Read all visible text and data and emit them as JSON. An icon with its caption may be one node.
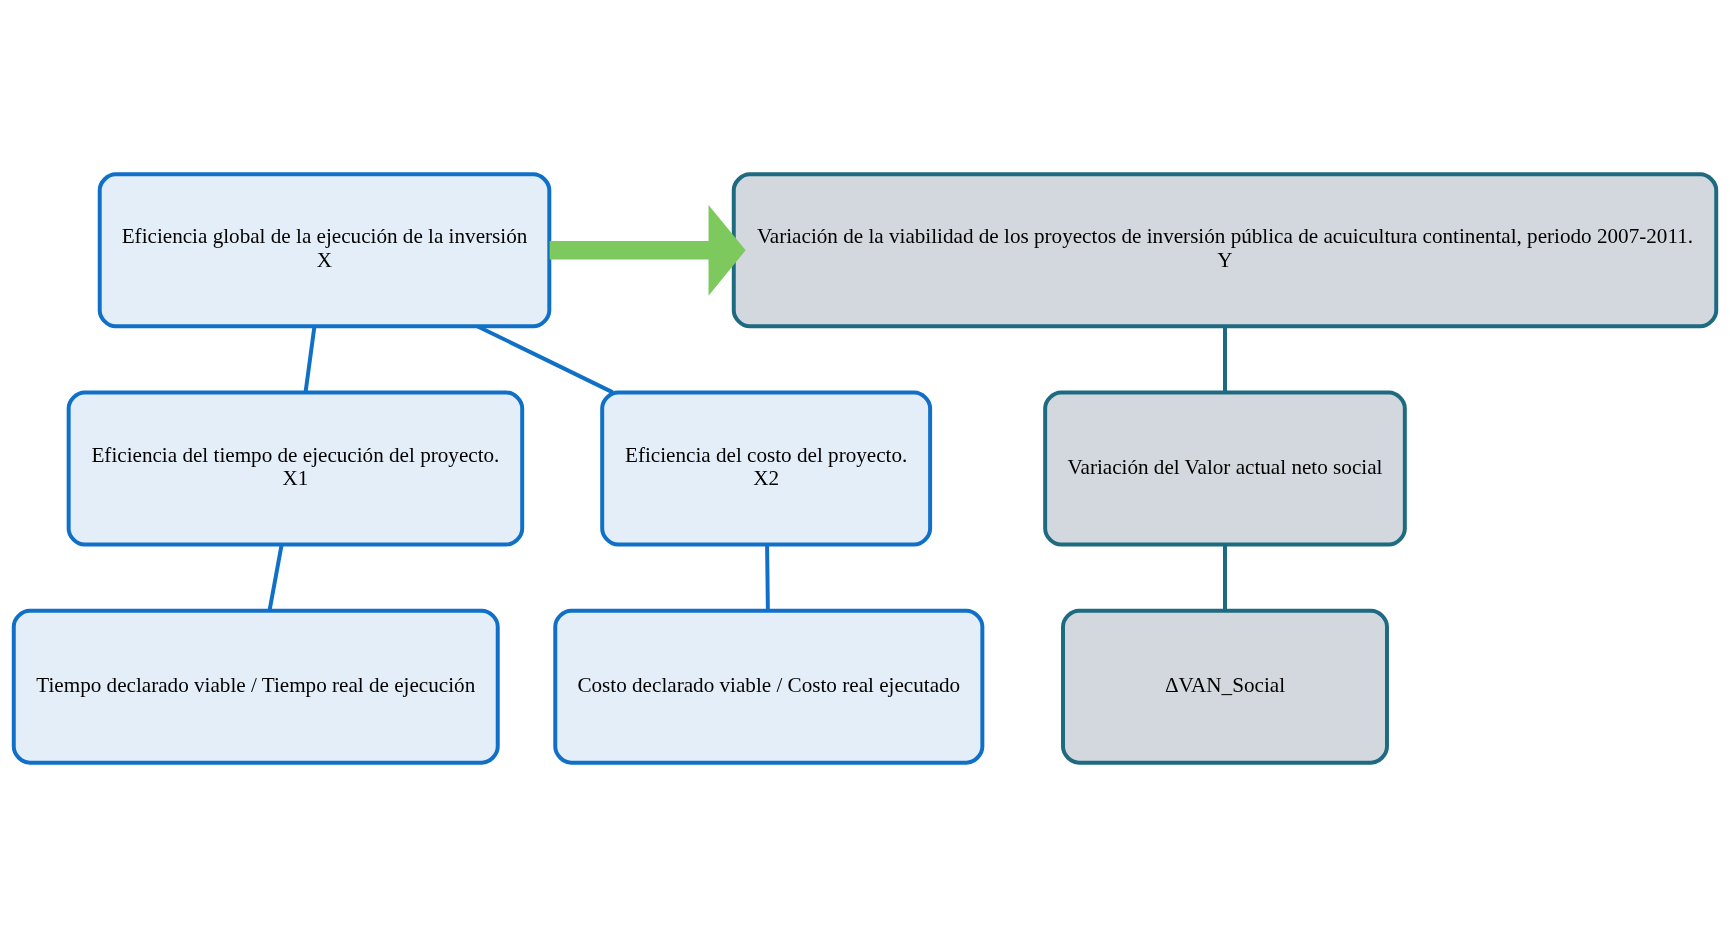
{
  "diagram": {
    "nodes": [
      {
        "text": [
          "Eficiencia global de la ejecución de la inversión",
          "X"
        ]
      },
      {
        "text": [
          "Eficiencia del tiempo de ejecución del proyecto.",
          "X1"
        ]
      },
      {
        "text": [
          "Eficiencia del costo del proyecto.",
          "X2"
        ]
      },
      {
        "text": [
          "Tiempo declarado viable / Tiempo real de ejecución"
        ]
      },
      {
        "text": [
          "Costo declarado viable / Costo real ejecutado"
        ]
      },
      {
        "text": [
          "Variación de la viabilidad de los proyectos de inversión pública de acuicultura continental, periodo 2007-2011.",
          "Y"
        ]
      },
      {
        "text": [
          "Variación del Valor actual neto social"
        ]
      },
      {
        "text": [
          "ΔVAN_Social"
        ]
      }
    ],
    "edges": [
      {
        "from": 0,
        "to": 1,
        "arrow": "none"
      },
      {
        "from": 0,
        "to": 2,
        "arrow": "none"
      },
      {
        "from": 1,
        "to": 3,
        "arrow": "none"
      },
      {
        "from": 2,
        "to": 4,
        "arrow": "none"
      },
      {
        "from": 0,
        "to": 5,
        "arrow": "to",
        "style": "thick",
        "color": "#7dc95e"
      },
      {
        "from": 5,
        "to": 6,
        "arrow": "none",
        "color": "#1e6a80"
      },
      {
        "from": 6,
        "to": 7,
        "arrow": "none",
        "color": "#1e6a80"
      }
    ]
  }
}
